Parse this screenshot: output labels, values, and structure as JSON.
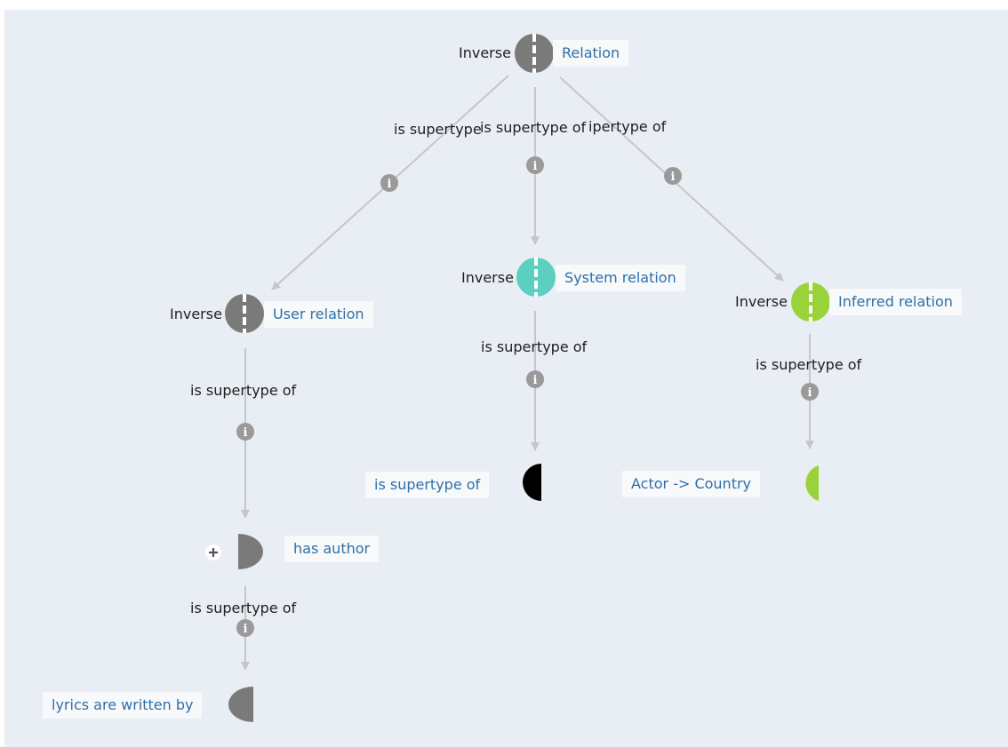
{
  "colors": {
    "background": "#e8eef3",
    "edge": "#c3c7cb",
    "info": "#9a9a9a",
    "node_gray": "#7a7a7a",
    "node_teal": "#5ccfc0",
    "node_green": "#9ad23a",
    "node_black": "#000000",
    "name_text": "#2f6fa8"
  },
  "nodes": {
    "relation": {
      "inverse_label": "Inverse",
      "name": "Relation"
    },
    "user_relation": {
      "inverse_label": "Inverse",
      "name": "User relation"
    },
    "system_relation": {
      "inverse_label": "Inverse",
      "name": "System relation"
    },
    "inferred_relation": {
      "inverse_label": "Inverse",
      "name": "Inferred relation"
    },
    "is_supertype_of": {
      "name": "is supertype of"
    },
    "actor_country": {
      "name": "Actor -> Country"
    },
    "has_author": {
      "name": "has author"
    },
    "lyrics_written_by": {
      "name": "lyrics are written by"
    }
  },
  "edges": {
    "relation_to_user": "is supertype",
    "relation_to_system": "is supertype of",
    "relation_to_inferred": "ipertype of",
    "user_to_has_author": "is supertype of",
    "system_to_is_supertype_of": "is supertype of",
    "inferred_to_actor_country": "is supertype of",
    "has_author_to_lyrics": "is supertype of"
  }
}
